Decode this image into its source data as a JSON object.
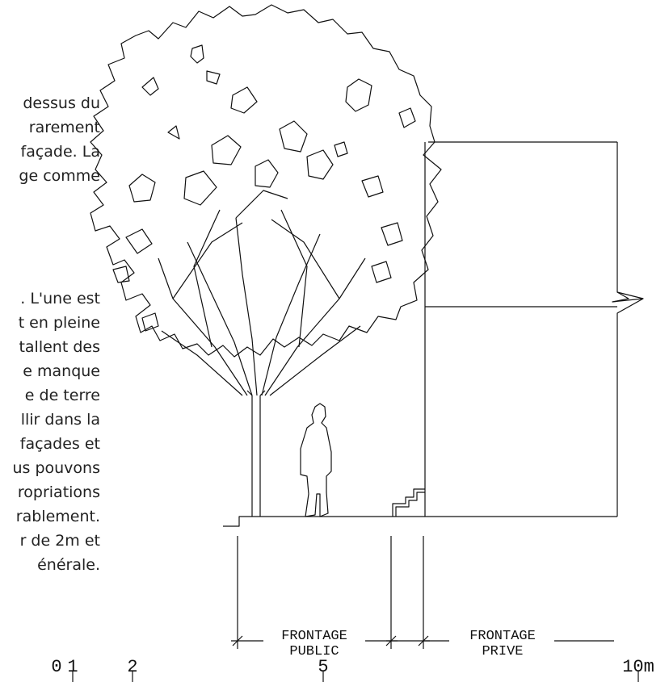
{
  "text_block_1": [
    "dessus du",
    "rarement",
    "façade. La",
    "ge comme"
  ],
  "text_block_2": [
    ". L'une est",
    "t en pleine",
    "tallent des",
    "e manque",
    "e de terre",
    "llir dans la",
    "façades et",
    "us pouvons",
    "ropriations",
    "rablement.",
    "r de 2m et",
    "énérale."
  ],
  "labels": {
    "frontage_public_1": "FRONTAGE",
    "frontage_public_2": "PUBLIC",
    "frontage_prive_1": "FRONTAGE",
    "frontage_prive_2": "PRIVE"
  },
  "scale": {
    "ticks": [
      "0",
      "1",
      "2",
      "5",
      "10m"
    ]
  }
}
